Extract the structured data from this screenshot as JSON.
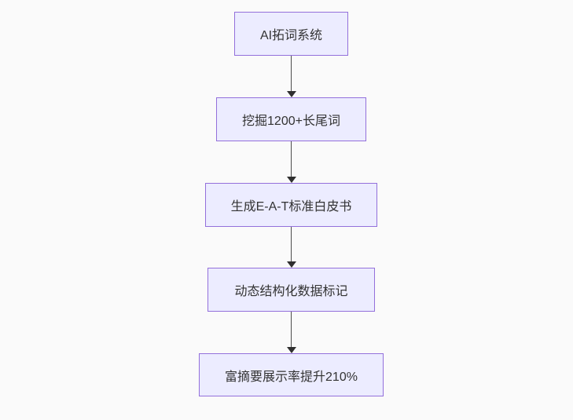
{
  "flowchart": {
    "direction": "top-down",
    "nodes": [
      {
        "label": "AI拓词系统"
      },
      {
        "label": "挖掘1200+长尾词"
      },
      {
        "label": "生成E-A-T标准白皮书"
      },
      {
        "label": "动态结构化数据标记"
      },
      {
        "label": "富摘要展示率提升210%"
      }
    ],
    "edges": [
      {
        "from": "AI拓词系统",
        "to": "挖掘1200+长尾词"
      },
      {
        "from": "挖掘1200+长尾词",
        "to": "生成E-A-T标准白皮书"
      },
      {
        "from": "生成E-A-T标准白皮书",
        "to": "动态结构化数据标记"
      },
      {
        "from": "动态结构化数据标记",
        "to": "富摘要展示率提升210%"
      }
    ],
    "colors": {
      "background": "#FAFAFA",
      "node_fill": "#ECECFF",
      "node_border": "#9370DB",
      "node_text": "#333333",
      "arrow": "#333333"
    }
  }
}
